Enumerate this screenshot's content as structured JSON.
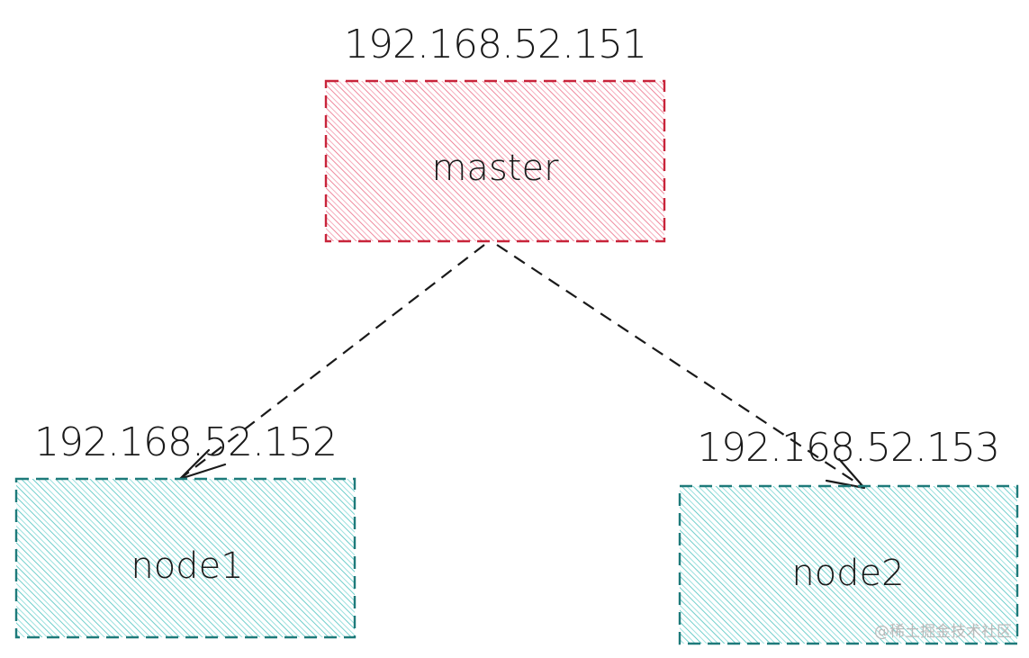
{
  "diagram": {
    "nodes": [
      {
        "id": "master",
        "label": "master",
        "ip": "192.168.52.151",
        "fill": "#e8506e",
        "stroke": "#c8243a"
      },
      {
        "id": "node1",
        "label": "node1",
        "ip": "192.168.52.152",
        "fill": "#2bb7b3",
        "stroke": "#1e7a7a"
      },
      {
        "id": "node2",
        "label": "node2",
        "ip": "192.168.52.153",
        "fill": "#2bb7b3",
        "stroke": "#1e7a7a"
      }
    ],
    "edges": [
      {
        "from": "master",
        "to": "node1",
        "style": "dashed"
      },
      {
        "from": "master",
        "to": "node2",
        "style": "dashed"
      }
    ],
    "watermark": "@稀土掘金技术社区"
  }
}
